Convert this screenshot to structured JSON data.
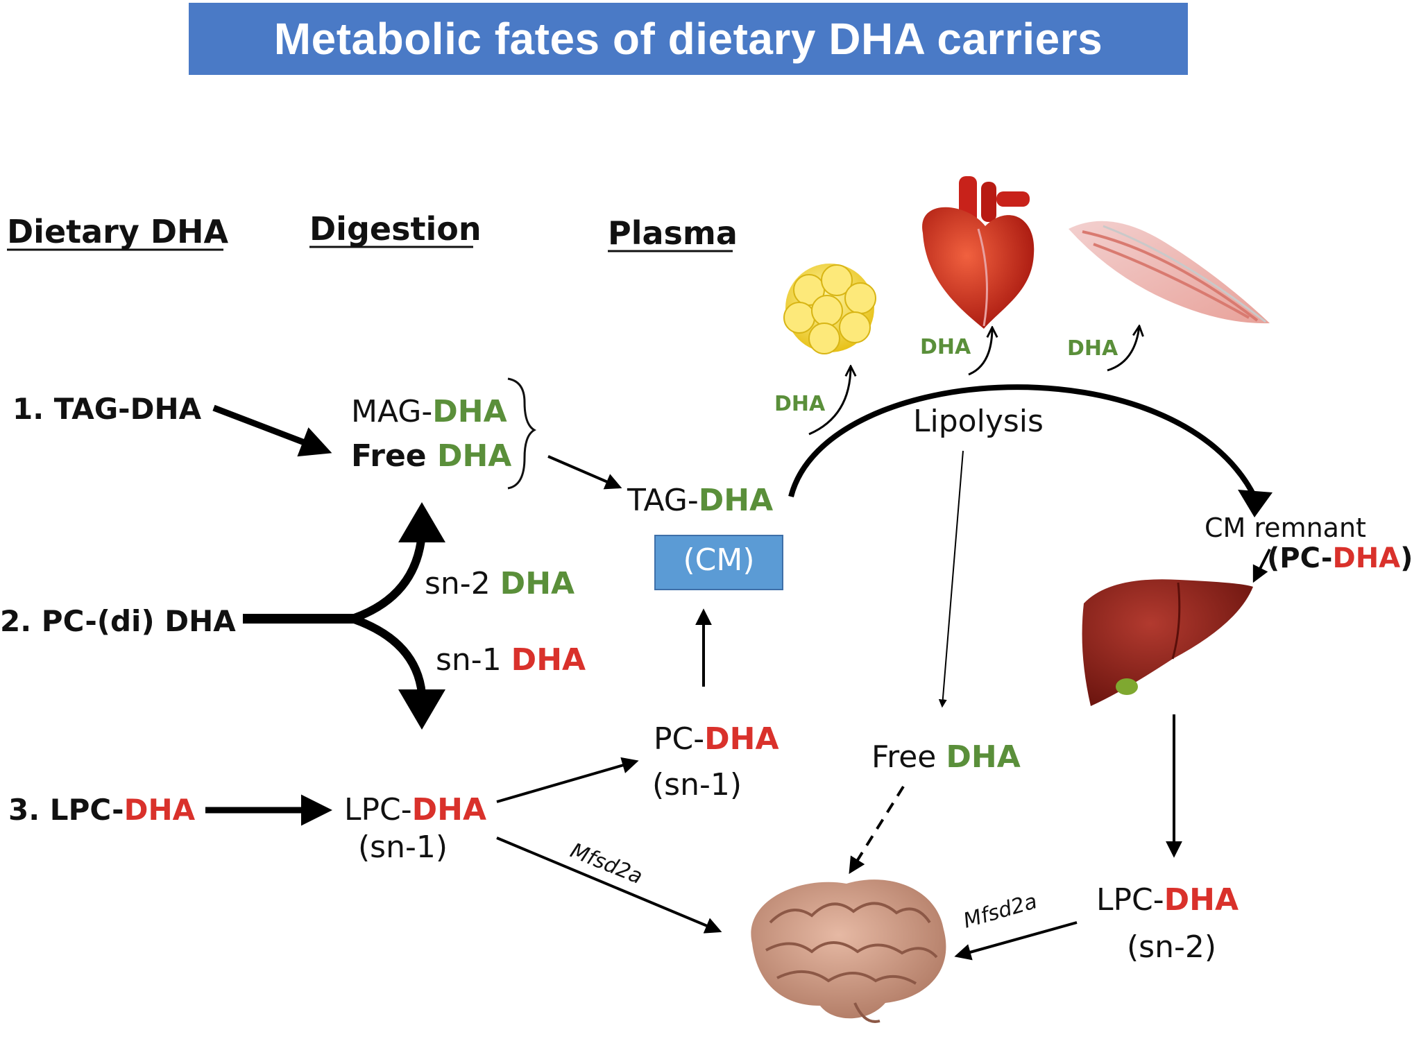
{
  "title": "Metabolic fates of dietary DHA carriers",
  "columns": {
    "dietary": "Dietary DHA",
    "digestion": "Digestion",
    "plasma": "Plasma"
  },
  "dietary": {
    "item1": {
      "prefix": "1. TAG-",
      "suffix": "DHA"
    },
    "item2": {
      "text": "2. PC-(di) DHA"
    },
    "item3": {
      "prefix": "3. LPC-",
      "suffix": "DHA"
    }
  },
  "digestion": {
    "mag_prefix": "MAG-",
    "mag_suffix": "DHA",
    "free_prefix": "Free ",
    "free_suffix": "DHA",
    "sn2_prefix": "sn-2 ",
    "sn2_suffix": "DHA",
    "sn1_prefix": "sn-1 ",
    "sn1_suffix": "DHA",
    "lpc_prefix": "LPC-",
    "lpc_suffix": "DHA",
    "lpc_pos": "(sn-1)"
  },
  "plasma": {
    "tag_prefix": "TAG-",
    "tag_suffix": "DHA",
    "cm_box": "(CM)",
    "pc_prefix": "PC-",
    "pc_suffix": "DHA",
    "pc_pos": "(sn-1)",
    "lipolysis": "Lipolysis",
    "free_prefix": "Free ",
    "free_suffix": "DHA",
    "cm_remnant": "CM remnant",
    "pc_dha_open": "(PC-",
    "pc_dha_mid": "DHA",
    "pc_dha_close": ")",
    "lpc2_prefix": "LPC-",
    "lpc2_suffix": "DHA",
    "lpc2_pos": "(sn-2)",
    "mfsd2a_1": "Mfsd2a",
    "mfsd2a_2": "Mfsd2a",
    "dha_adipose": "DHA",
    "dha_heart": "DHA",
    "dha_muscle": "DHA"
  },
  "colors": {
    "banner": "#4a7ac6",
    "green": "#5a8f3a",
    "red": "#d9312b",
    "cm_box": "#5b9bd5"
  },
  "icons": [
    "adipose-tissue-icon",
    "heart-icon",
    "muscle-icon",
    "liver-icon",
    "brain-icon"
  ]
}
